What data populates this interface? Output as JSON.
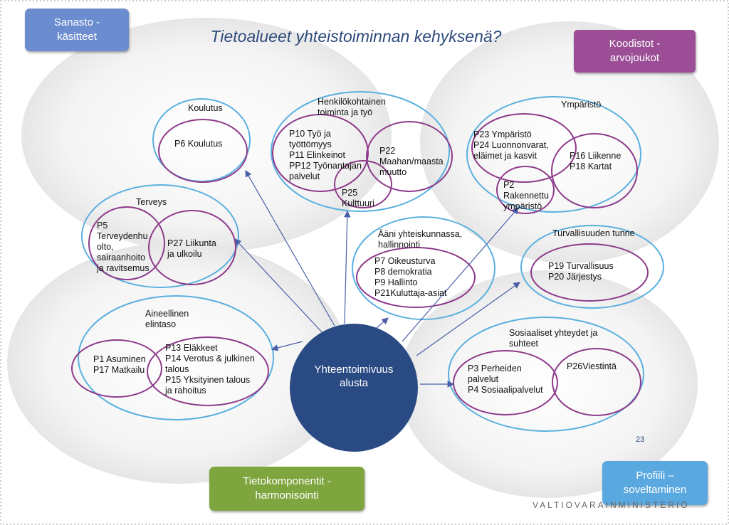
{
  "title": "Tietoalueet yhteistoiminnan kehyksenä?",
  "colors": {
    "sanasto": "#6b8ccf",
    "koodistot": "#9b4e95",
    "tietokomponentit": "#7ea53e",
    "profiili": "#5aa8e0",
    "hub": "#2a4a84",
    "outer_circle": "#5ab0df",
    "inner_circle": "#8d3a8a",
    "arrow": "#4a5fa8"
  },
  "corner_boxes": {
    "sanasto": [
      "Sanasto -",
      "käsitteet"
    ],
    "koodistot": [
      "Koodistot -",
      "arvojoukot"
    ],
    "tietokomponentit": [
      "Tietokomponentit -",
      "harmonisointi"
    ],
    "profiili": [
      "Profiili –",
      "soveltaminen"
    ]
  },
  "hub": [
    "Yhteentoimivuus",
    "alusta"
  ],
  "groups": {
    "koulutus": {
      "heading": "Koulutus",
      "items": [
        "P6 Koulutus"
      ]
    },
    "henkilokohtainen": {
      "heading": "Henkilökohtainen\ntoiminta ja työ",
      "items": [
        "P10 Työ ja\ntyöttömyys\nP11 Elinkeinot\nPP12 Työnantajan\npalvelut",
        "P22\nMaahan/maasta\nmuutto",
        "P25\nKulttuuri"
      ]
    },
    "ymparisto": {
      "heading": "Ympäristö",
      "items": [
        "P23 Ympäristö\nP24 Luonnonvarat,\neläimet ja kasvit",
        "P16 Liikenne\nP18 Kartat",
        "P2\nRakennettu\nympäristö"
      ]
    },
    "terveys": {
      "heading": "Terveys",
      "items": [
        "P5\nTerveydenhu\nolto,\nsairaanhoito\nja ravitsemus",
        "P27 Liikunta\nja ulkoilu"
      ]
    },
    "aani": {
      "heading": "Ääni yhteiskunnassa,\nhallinnointi",
      "items": [
        "P7 Oikeusturva\nP8 demokratia\nP9 Hallinto\nP21Kuluttaja-asiat"
      ]
    },
    "turvallisuus": {
      "heading": "Turvallisuuden tunne",
      "items": [
        "P19 Turvallisuus\nP20 Järjestys"
      ]
    },
    "aineellinen": {
      "heading": "Aineellinen\nelintaso",
      "items": [
        "P1 Asuminen\nP17 Matkailu",
        "P13 Eläkkeet\nP14 Verotus & julkinen\ntalous\nP15 Yksityinen talous\nja rahoitus"
      ]
    },
    "sosiaaliset": {
      "heading": "Sosiaaliset yhteydet ja\nsuhteet",
      "items": [
        "P3 Perheiden\npalvelut\nP4 Sosiaalipalvelut",
        "P26Viestintä"
      ]
    }
  },
  "page_number": "23",
  "footer_logo": "VALTIOVARAINMINISTERIÖ"
}
